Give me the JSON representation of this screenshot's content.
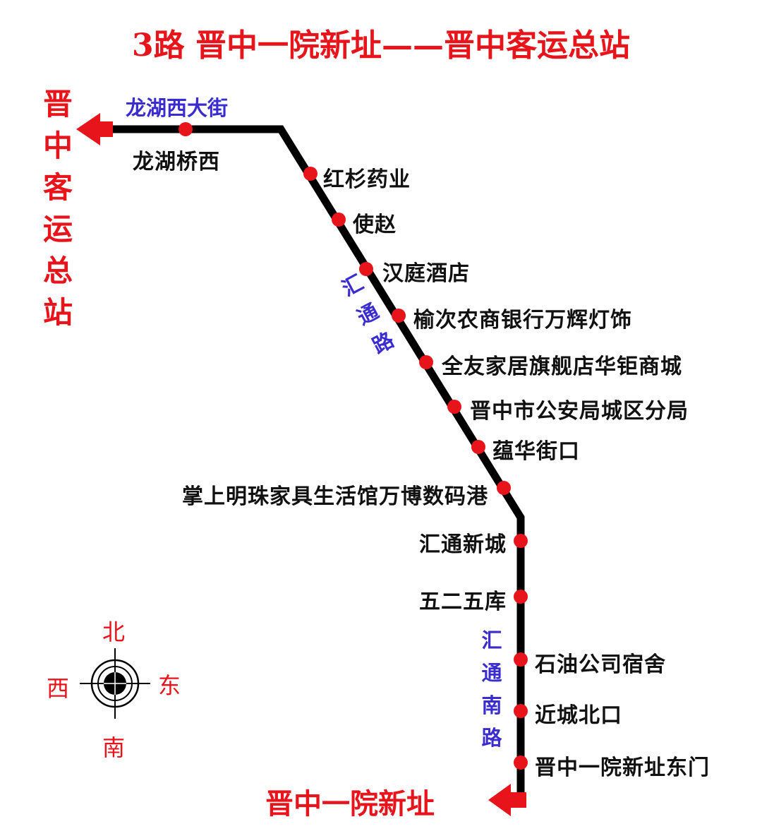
{
  "title": "3路  晋中一院新址——晋中客运总站",
  "destinations": {
    "north_end": [
      "晋",
      "中",
      "客",
      "运",
      "总",
      "站"
    ],
    "south_end": "晋中一院新址"
  },
  "roads": {
    "top": "龙湖西大街",
    "diagonal": [
      "汇",
      "通",
      "路"
    ],
    "south": [
      "汇",
      "通",
      "南",
      "路"
    ]
  },
  "stops": [
    "龙湖桥西",
    "红杉药业",
    "使赵",
    "汉庭酒店",
    "榆次农商银行万辉灯饰",
    "全友家居旗舰店华钜商城",
    "晋中市公安局城区分局",
    "蕴华街口",
    "掌上明珠家具生活馆万博数码港",
    "汇通新城",
    "五二五库",
    "石油公司宿舍",
    "近城北口",
    "晋中一院新址东门"
  ],
  "compass": {
    "north": "北",
    "south": "南",
    "east": "东",
    "west": "西"
  },
  "colors": {
    "route": "#000000",
    "stop_dot": "#e8141b",
    "title": "#e8141b",
    "destination": "#e8141b",
    "road_name": "#3a2ccf",
    "stop_label": "#111111",
    "compass_label": "#e8141b"
  }
}
